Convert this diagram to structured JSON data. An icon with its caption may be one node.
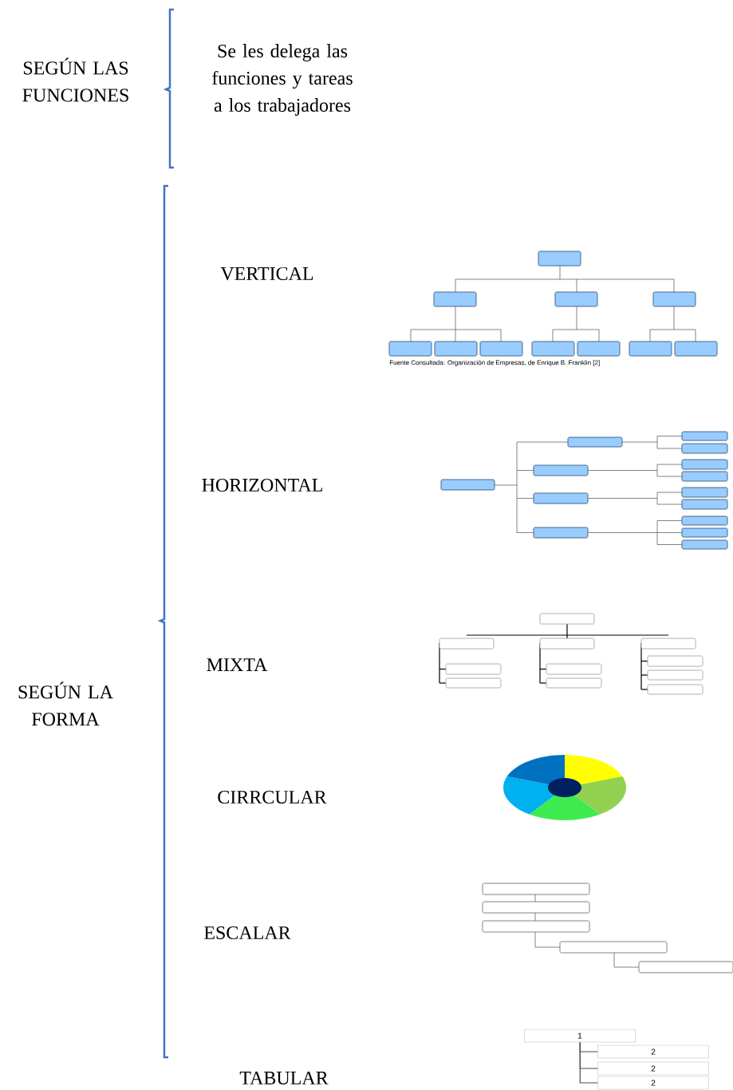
{
  "diagram": {
    "nodes": [
      {
        "text": [
          "1"
        ]
      },
      {
        "text": [
          "2"
        ]
      },
      {
        "text": [
          "2"
        ]
      },
      {
        "text": [
          "2"
        ]
      }
    ],
    "edges": [
      {
        "from": 0,
        "to": 1,
        "arrow": "none"
      },
      {
        "from": 0,
        "to": 2,
        "arrow": "none"
      },
      {
        "from": 0,
        "to": 3,
        "arrow": "none"
      }
    ],
    "labels": [
      "SEGÚN LAS FUNCIONES",
      "Se les delega las funciones y tareas a los trabajadores",
      "VERTICAL",
      "Fuente Consultada: Organización de Empresas, de Enrique B. Franklin [2]",
      "HORIZONTAL",
      "MIXTA",
      "SEGÚN LA FORMA",
      "CIRRCULAR",
      "ESCALAR",
      "TABULAR"
    ]
  }
}
